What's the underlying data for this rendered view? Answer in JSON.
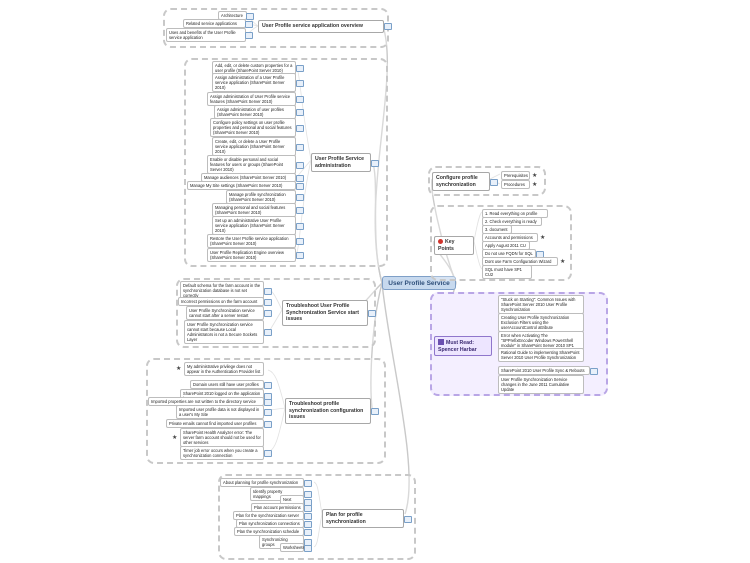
{
  "root": {
    "label": "User Profile Service"
  },
  "branches": {
    "overview": {
      "label": "User Profile service application overview",
      "items": [
        "Architecture",
        "Related service applications",
        "Uses and benefits of the User Profile service application"
      ]
    },
    "admin": {
      "label": "User Profile Service administration",
      "items": [
        "Add, edit, or delete custom properties for a user profile (SharePoint Server 2010)",
        "Assign administration of a User Profile service application (SharePoint Server 2010)",
        "Assign administration of User Profile service features (SharePoint Server 2010)",
        "Assign administration of user profiles (SharePoint Server 2010)",
        "Configure policy settings on user profile properties and personal and social features (SharePoint Server 2010)",
        "Create, edit, or delete a User Profile service application (SharePoint Server 2010)",
        "Enable or disable personal and social features for users or groups (SharePoint Server 2010)",
        "Manage audiences (SharePoint Server 2010)",
        "Manage My Site settings (SharePoint Server 2010)",
        "Manage profile synchronization (SharePoint Server 2010)",
        "Managing personal and social features (SharePoint Server 2010)",
        "Set up an administrative User Profile service application (SharePoint Server 2010)",
        "Restore the User Profile service application (SharePoint Server 2010)",
        "User Profile Replication Engine overview (SharePoint Server 2010)"
      ]
    },
    "troubleshootStart": {
      "label": "Troubleshoot User Profile Synchronization Service start issues",
      "items": [
        "Default schema for the farm account in the synchronization database is not set correctly",
        "Incorrect permissions on the farm account",
        "User Profile Synchronization service cannot start after a server restart",
        "User Profile Synchronization service cannot start because Local Administrators is not a Secure Sockets Layer"
      ]
    },
    "troubleshootConfig": {
      "label": "Troubleshoot profile synchronization configuration issues",
      "items": [
        "My administrative privilege does not appear in the Authentication Provider list",
        "Domain users still have user profiles",
        "SharePoint 2010 logged on the application log",
        "Imported properties are not written to the directory service",
        "Imported user profile data is not displayed in a user's My Site",
        "Private emails cannot find imported user profiles",
        "SharePoint Health Analyzer error: The server farm account should not be used for other services",
        "Timer job error occurs when you create a synchronization connection"
      ]
    },
    "plan": {
      "label": "Plan for profile synchronization",
      "items": [
        "About planning for profile synchronization",
        "Identify property mappings",
        "Next steps",
        "Plan account permissions",
        "Plan for the synchronization server",
        "Plan synchronization connections",
        "Plan the synchronization schedule",
        "Synchronizing groups",
        "Worksheets"
      ]
    },
    "configure": {
      "label": "Configure profile synchronization",
      "items": [
        "Prerequisites",
        "Procedures"
      ]
    },
    "keyPoints": {
      "label": "Key Points",
      "items": [
        "1. Read everything on profile",
        "2. Check everything is ready",
        "3. document",
        "Accounts and permissions",
        "Apply August 2011 CU",
        "Do not use FQDN for SQL",
        "Dont use Farm Configuration Wizard",
        "SQL must have SP1 CU2"
      ]
    },
    "mustRead": {
      "label": "Must Read: Spencer Harbar",
      "items": [
        "\"Stuck on Starting\": Common Issues with SharePoint Server 2010 User Profile Synchronization",
        "Creating User Profile Synchronization Exclusion Filters using the userAccountControl attribute",
        "Error when Activating The \"SPPrefixEncoder Windows PowerShell module\" in SharePoint Server 2010 SP1",
        "Rational Guide to implementing SharePoint Server 2010 User Profile Synchronization",
        "SharePoint 2010 User Profile Sync & Reboots",
        "User Profile Synchronization Service changes in the June 2011 Cumulative Update"
      ]
    }
  }
}
